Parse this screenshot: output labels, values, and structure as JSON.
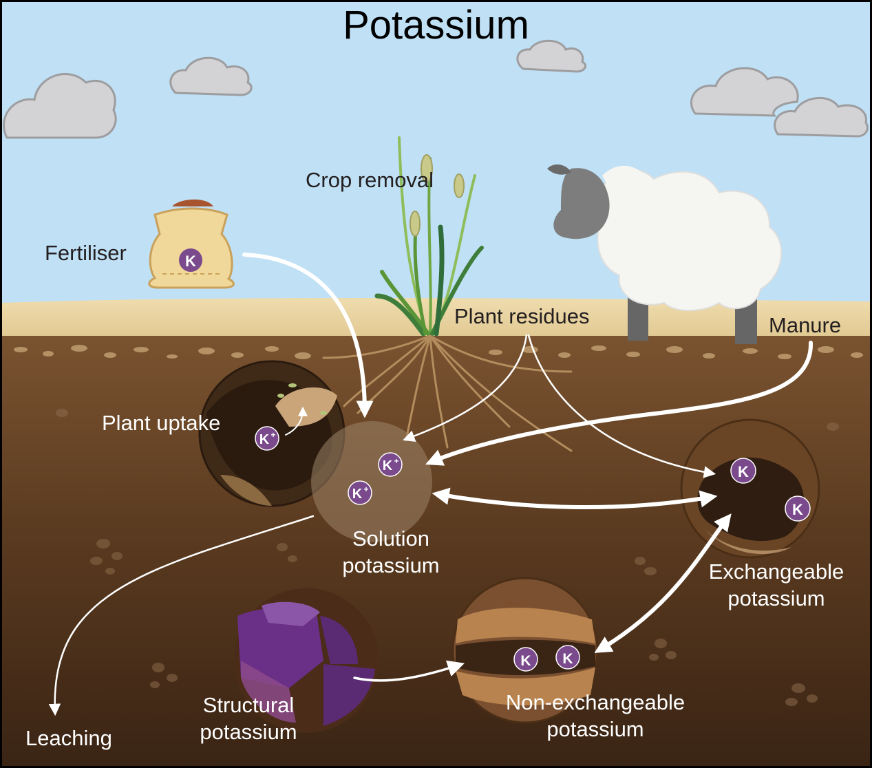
{
  "title": "Potassium",
  "labels": {
    "crop_removal": "Crop removal",
    "fertiliser": "Fertiliser",
    "plant_residues": "Plant residues",
    "manure": "Manure",
    "plant_uptake": "Plant uptake",
    "solution_potassium_line1": "Solution",
    "solution_potassium_line2": "potassium",
    "exchangeable_potassium_line1": "Exchangeable",
    "exchangeable_potassium_line2": "potassium",
    "non_exchangeable_potassium_line1": "Non-exchangeable",
    "non_exchangeable_potassium_line2": "potassium",
    "structural_potassium_line1": "Structural",
    "structural_potassium_line2": "potassium",
    "leaching": "Leaching"
  },
  "symbols": {
    "k": "K",
    "k_ion": "K",
    "k_ion_charge": "+"
  },
  "colors": {
    "sky": "#bfe0f5",
    "soil": "#5a3a1f",
    "sand": "#e6cf9a",
    "k_marker": "#7a4a8c",
    "arrow": "#ffffff"
  }
}
